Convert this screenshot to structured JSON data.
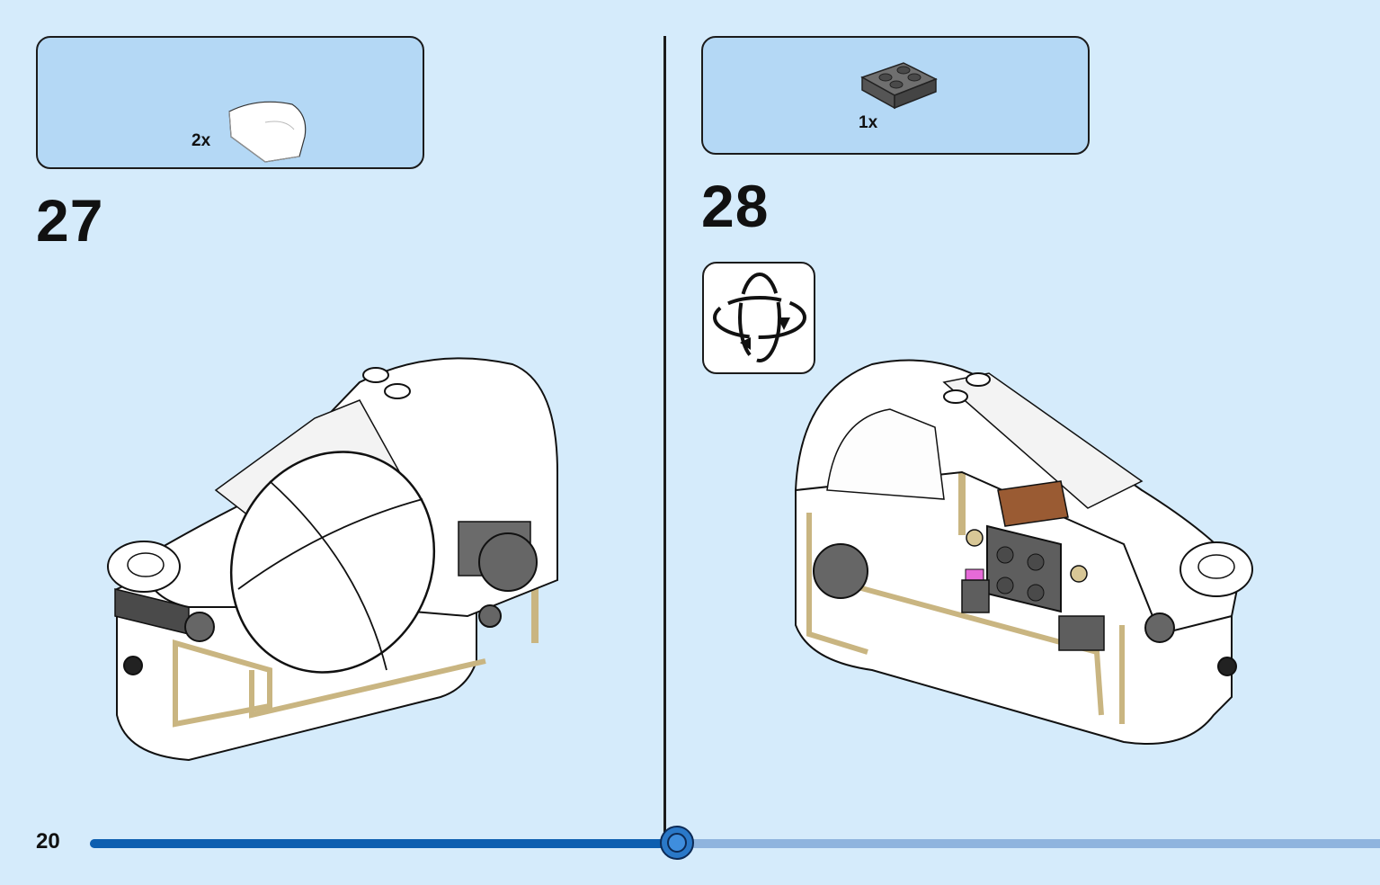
{
  "page": {
    "number": "20",
    "progress_fraction": 0.455
  },
  "steps": [
    {
      "number": "27",
      "parts": [
        {
          "qty": "2x",
          "icon": "white-curved-slope-brick-icon"
        }
      ]
    },
    {
      "number": "28",
      "parts": [
        {
          "qty": "1x",
          "icon": "dark-gray-2x2-plate-icon"
        }
      ],
      "rotate_hint": "rotate-model-icon"
    }
  ],
  "colors": {
    "background": "#d5ebfb",
    "parts_box": "#b4d8f5",
    "progress_fill": "#0d5fb0",
    "progress_track": "#8fb4de",
    "tan": "#d8c796",
    "dark_gray": "#6b6b6b"
  }
}
